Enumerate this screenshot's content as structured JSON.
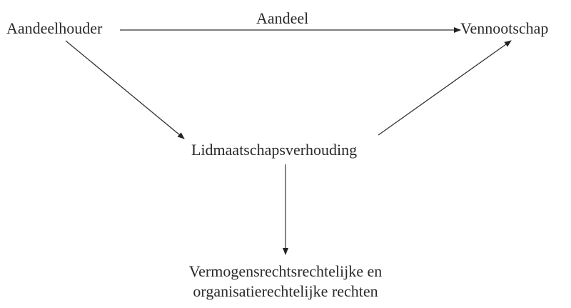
{
  "diagram": {
    "type": "flow-diagram",
    "nodes": {
      "shareholder": {
        "label": "Aandeelhouder"
      },
      "company": {
        "label": "Vennootschap"
      },
      "membership": {
        "label": "Lidmaatschapsverhouding"
      },
      "rights": {
        "line1": "Vermogensrechtsrechtelijke en",
        "line2": "organisatierechtelijke rechten"
      }
    },
    "edges": [
      {
        "from": "Aandeelhouder",
        "to": "Vennootschap",
        "label": "Aandeel"
      },
      {
        "from": "Aandeelhouder",
        "to": "Lidmaatschapsverhouding",
        "label": ""
      },
      {
        "from": "Lidmaatschapsverhouding",
        "to": "Vennootschap",
        "label": ""
      },
      {
        "from": "Lidmaatschapsverhouding",
        "to": "Vermogensrechtsrechtelijke en organisatierechtelijke rechten",
        "label": ""
      }
    ],
    "edge_labels": {
      "share": "Aandeel"
    },
    "colors": {
      "text": "#2a2a2a",
      "line": "#333333",
      "background": "#ffffff"
    }
  }
}
